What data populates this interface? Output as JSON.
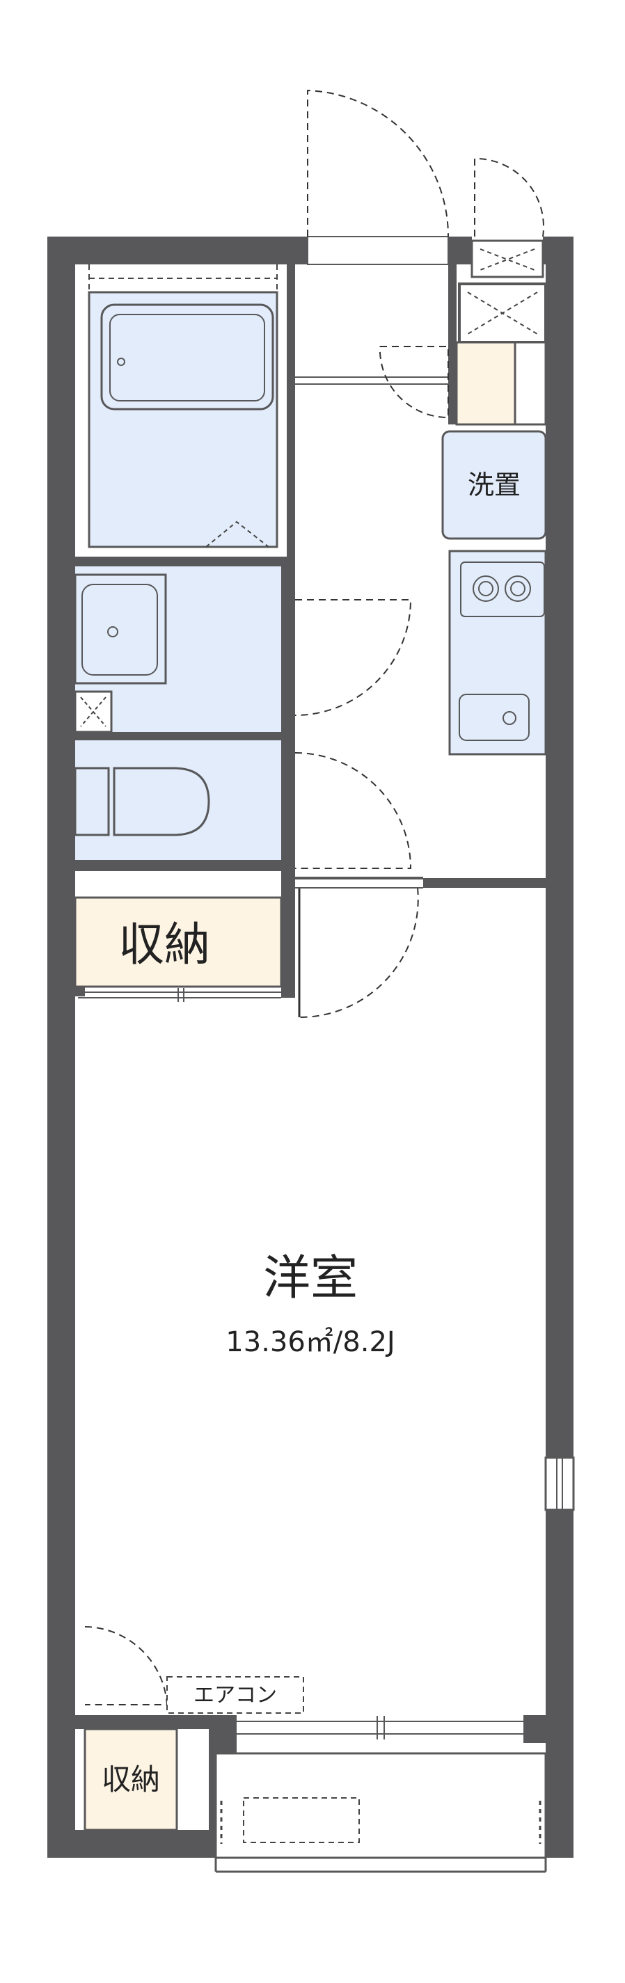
{
  "rooms": {
    "storage_main": "収納",
    "laundry": "洗置",
    "western_room": "洋室",
    "western_room_area": "13.36㎡/8.2J",
    "aircon": "エアコン",
    "storage_small": "収納"
  },
  "colors": {
    "wall": "#58585a",
    "fixture_fill": "#e2ecfa",
    "fixture_stroke": "#58585a",
    "storage_fill": "#fdf4e3",
    "door_line": "#333333"
  }
}
